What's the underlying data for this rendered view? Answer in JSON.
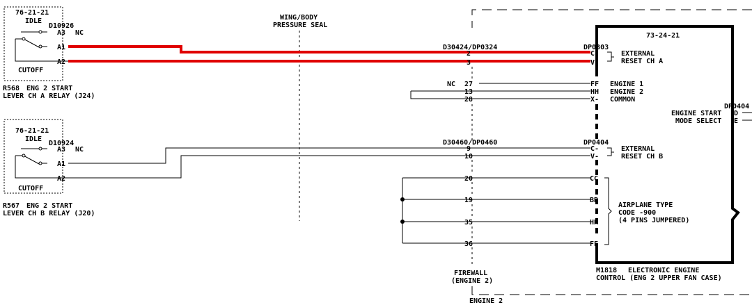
{
  "relay_a": {
    "ref": "76-21-21",
    "idle": "IDLE",
    "connector": "D10926",
    "pin_a3": "A3",
    "nc": "NC",
    "pin_a1": "A1",
    "pin_a2": "A2",
    "cutoff": "CUTOFF",
    "id": "R568",
    "name_line1": "ENG 2 START",
    "name_line2": "LEVER CH A RELAY (J24)"
  },
  "relay_b": {
    "ref": "76-21-21",
    "idle": "IDLE",
    "connector": "D10924",
    "pin_a3": "A3",
    "nc": "NC",
    "pin_a1": "A1",
    "pin_a2": "A2",
    "cutoff": "CUTOFF",
    "id": "R567",
    "name_line1": "ENG 2 START",
    "name_line2": "LEVER CH B RELAY (J20)"
  },
  "pressure_seal": {
    "line1": "WING/BODY",
    "line2": "PRESSURE SEAL"
  },
  "firewall": {
    "connector_top": "D30424/DP0324",
    "connector_bottom": "D30460/DP0460",
    "nc": "NC",
    "pins_top": [
      "2",
      "3",
      "27",
      "13",
      "28"
    ],
    "pins_bottom": [
      "9",
      "10",
      "20",
      "19",
      "35",
      "36"
    ],
    "label_line1": "FIREWALL",
    "label_line2": "(ENGINE 2)",
    "engine_label": "ENGINE 2"
  },
  "eec": {
    "ref": "73-24-21",
    "connector_top": "DP0303",
    "connector_mid": "DP0404",
    "connector_right": "DP0404",
    "pins_top": [
      "C-",
      "V-"
    ],
    "reset_a_line1": "EXTERNAL",
    "reset_a_line2": "RESET CH A",
    "pins_engine": [
      "FF",
      "HH",
      "X-"
    ],
    "engine_line1": "ENGINE 1",
    "engine_line2": "ENGINE 2",
    "engine_line3": "COMMON",
    "start_mode_line1": "ENGINE START",
    "start_mode_line2": "MODE SELECT",
    "right_pins": [
      "D",
      "E"
    ],
    "pins_mid": [
      "C-",
      "V-"
    ],
    "reset_b_line1": "EXTERNAL",
    "reset_b_line2": "RESET CH B",
    "pins_type": [
      "CC",
      "BB",
      "HH",
      "FF"
    ],
    "type_line1": "AIRPLANE TYPE",
    "type_line2": "CODE -900",
    "type_line3": "(4 PINS JUMPERED)",
    "id": "M1818",
    "name_line1": "ELECTRONIC ENGINE",
    "name_line2": "CONTROL (ENG 2 UPPER FAN CASE)"
  },
  "colors": {
    "highlight": "#e00000",
    "ink": "#000000"
  }
}
